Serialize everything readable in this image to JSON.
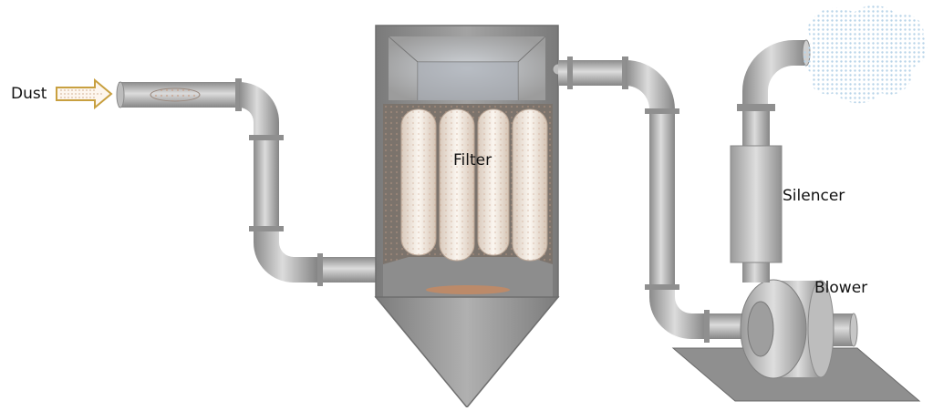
{
  "labels": {
    "dust": "Dust",
    "filter": "Filter",
    "silencer": "Silencer",
    "blower": "Blower"
  },
  "colors": {
    "pipe_dark": "#8a8a8a",
    "pipe_light": "#d8d8d8",
    "housing": "#9a9a9a",
    "filter_media": "#efe6dc",
    "dust_particles": "#c9a28a",
    "arrow_outline": "#c8a040",
    "exhaust_cloud": "#cfe4f2"
  },
  "icons": {
    "inlet_arrow": "arrow-right-icon",
    "exhaust": "cloud-icon"
  }
}
